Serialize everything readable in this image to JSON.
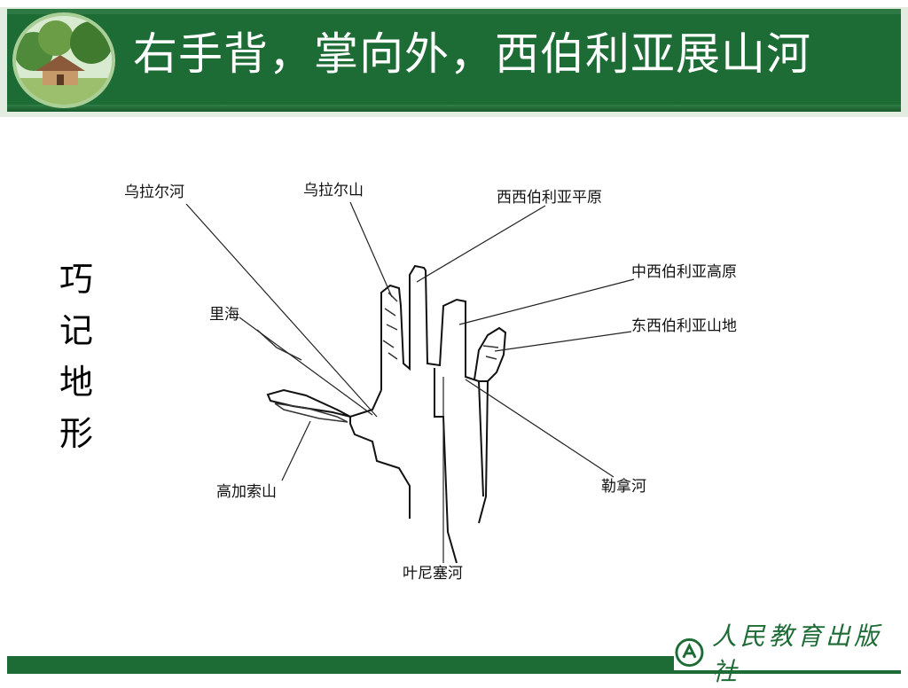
{
  "header": {
    "title": "右手背，掌向外，西伯利亚展山河"
  },
  "side_note": {
    "lines": [
      "巧",
      "记",
      "地",
      "形"
    ]
  },
  "diagram": {
    "labels": {
      "ural_river": "乌拉尔河",
      "ural_mountains": "乌拉尔山",
      "west_siberian_plain": "西西伯利亚平原",
      "central_siberian_plateau": "中西伯利亚高原",
      "east_siberian_mountains": "东西伯利亚山地",
      "caspian_sea": "里海",
      "caucasus_mountains": "高加索山",
      "lena_river": "勒拿河",
      "yenisei_river": "叶尼塞河"
    }
  },
  "footer": {
    "publisher": "人民教育出版社",
    "logo_icon": "publisher-emblem-icon"
  },
  "colors": {
    "title_bar": "#1d6b35",
    "title_text": "#ffffff"
  }
}
